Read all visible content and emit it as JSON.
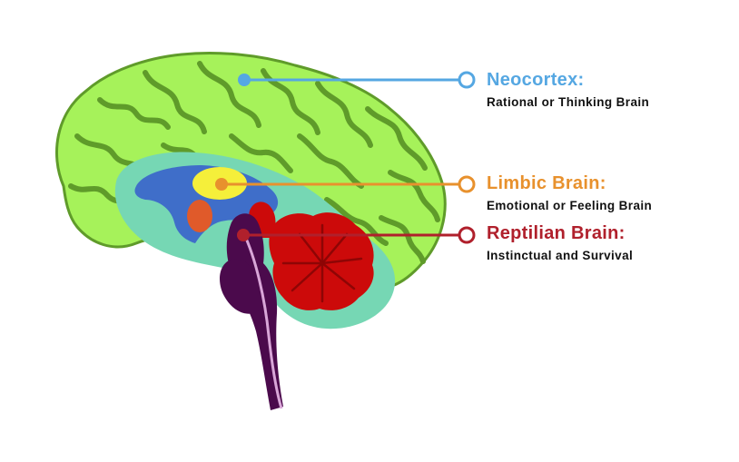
{
  "colors": {
    "neocortex": "#55a7e2",
    "limbic": "#e8912d",
    "reptilian": "#b0202c",
    "cortex_fill": "#a6f25a",
    "cortex_edge": "#5f9b2a",
    "limbic_outer": "#76d7b4",
    "limbic_inner": "#3f6ec9",
    "thalamus": "#f5ef3a",
    "amygdala": "#e05a2a",
    "brainstem": "#4b0a4c",
    "cerebellum": "#cc0a0a"
  },
  "labels": [
    {
      "id": "neocortex",
      "title": "Neocortex:",
      "subtitle": "Rational or Thinking Brain"
    },
    {
      "id": "limbic",
      "title": "Limbic Brain:",
      "subtitle": "Emotional or Feeling Brain"
    },
    {
      "id": "reptilian",
      "title": "Reptilian Brain:",
      "subtitle": "Instinctual and Survival"
    }
  ]
}
